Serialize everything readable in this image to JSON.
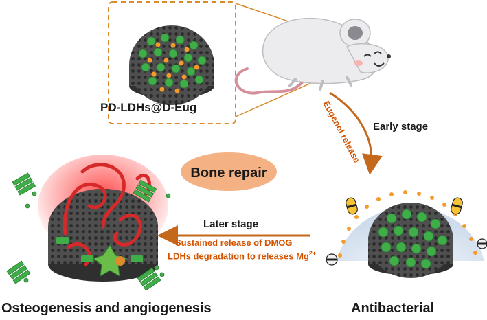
{
  "labels": {
    "material": "PD-LDHs@D-Eug",
    "early_stage": "Early stage",
    "eugenol_release": "Eugenol release",
    "bone_repair": "Bone repair",
    "later_stage": "Later stage",
    "sustained_release": "Sustained release of DMOG",
    "ldhs_degradation": "LDHs degradation to releases Mg",
    "mg_charge": "2+",
    "osteogenesis": "Osteogenesis and angiogenesis",
    "antibacterial": "Antibacterial"
  },
  "colors": {
    "frame_dash": "#d98a2b",
    "arrow": "#c4681c",
    "eugenol_text": "#d35400",
    "bone_repair_pill": "#f4b183",
    "scaffold_dark": "#4a4a4a",
    "green_particle": "#3fae49",
    "orange_dot": "#f39a2a",
    "vessel_red": "#d62a2a",
    "halo_blue": "#dfe9f5"
  },
  "icons": [
    "scaffold-icon",
    "mouse-icon",
    "bacteria-icon",
    "blood-vessel-icon",
    "ldh-platelet-icon"
  ]
}
